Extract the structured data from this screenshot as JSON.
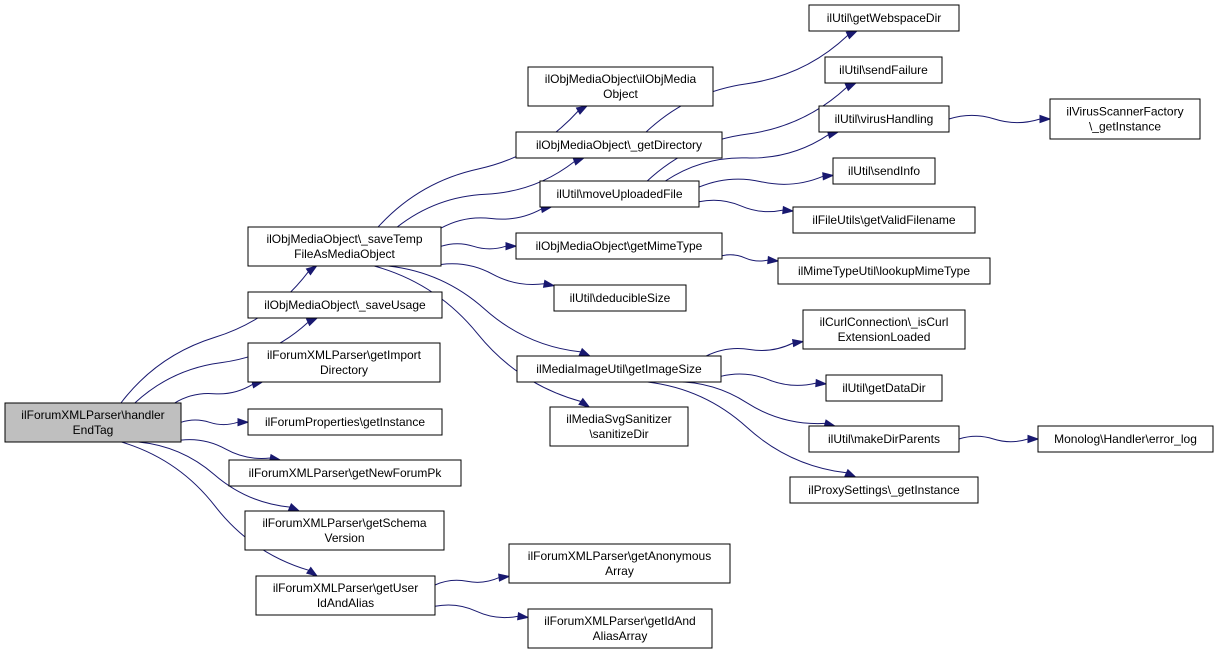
{
  "graph": {
    "nodes": [
      {
        "id": "root",
        "lines": [
          "ilForumXMLParser\\handler",
          "EndTag"
        ],
        "root": true
      },
      {
        "id": "saveTemp",
        "lines": [
          "ilObjMediaObject\\_saveTemp",
          "FileAsMediaObject"
        ]
      },
      {
        "id": "saveUsage",
        "lines": [
          "ilObjMediaObject\\_saveUsage"
        ]
      },
      {
        "id": "getImportDir",
        "lines": [
          "ilForumXMLParser\\getImport",
          "Directory"
        ]
      },
      {
        "id": "forumProps",
        "lines": [
          "ilForumProperties\\getInstance"
        ]
      },
      {
        "id": "newForumPk",
        "lines": [
          "ilForumXMLParser\\getNewForumPk"
        ]
      },
      {
        "id": "schemaVersion",
        "lines": [
          "ilForumXMLParser\\getSchema",
          "Version"
        ]
      },
      {
        "id": "userIdAlias",
        "lines": [
          "ilForumXMLParser\\getUser",
          "IdAndAlias"
        ]
      },
      {
        "id": "objMediaObj",
        "lines": [
          "ilObjMediaObject\\ilObjMedia",
          "Object"
        ]
      },
      {
        "id": "getDirectory",
        "lines": [
          "ilObjMediaObject\\_getDirectory"
        ]
      },
      {
        "id": "moveUploaded",
        "lines": [
          "ilUtil\\moveUploadedFile"
        ]
      },
      {
        "id": "getMimeType",
        "lines": [
          "ilObjMediaObject\\getMimeType"
        ]
      },
      {
        "id": "deducibleSize",
        "lines": [
          "ilUtil\\deducibleSize"
        ]
      },
      {
        "id": "imageSize",
        "lines": [
          "ilMediaImageUtil\\getImageSize"
        ]
      },
      {
        "id": "svgSanitizer",
        "lines": [
          "ilMediaSvgSanitizer",
          "\\sanitizeDir"
        ]
      },
      {
        "id": "anonArray",
        "lines": [
          "ilForumXMLParser\\getAnonymous",
          "Array"
        ]
      },
      {
        "id": "idAliasArray",
        "lines": [
          "ilForumXMLParser\\getIdAnd",
          "AliasArray"
        ]
      },
      {
        "id": "webspaceDir",
        "lines": [
          "ilUtil\\getWebspaceDir"
        ]
      },
      {
        "id": "sendFailure",
        "lines": [
          "ilUtil\\sendFailure"
        ]
      },
      {
        "id": "virusHandling",
        "lines": [
          "ilUtil\\virusHandling"
        ]
      },
      {
        "id": "sendInfo",
        "lines": [
          "ilUtil\\sendInfo"
        ]
      },
      {
        "id": "validFilename",
        "lines": [
          "ilFileUtils\\getValidFilename"
        ]
      },
      {
        "id": "lookupMime",
        "lines": [
          "ilMimeTypeUtil\\lookupMimeType"
        ]
      },
      {
        "id": "curlLoaded",
        "lines": [
          "ilCurlConnection\\_isCurl",
          "ExtensionLoaded"
        ]
      },
      {
        "id": "dataDir",
        "lines": [
          "ilUtil\\getDataDir"
        ]
      },
      {
        "id": "makeDirParents",
        "lines": [
          "ilUtil\\makeDirParents"
        ]
      },
      {
        "id": "proxySettings",
        "lines": [
          "ilProxySettings\\_getInstance"
        ]
      },
      {
        "id": "virusScanner",
        "lines": [
          "ilVirusScannerFactory",
          "\\_getInstance"
        ]
      },
      {
        "id": "errorLog",
        "lines": [
          "Monolog\\Handler\\error_log"
        ]
      }
    ],
    "edges": [
      [
        "root",
        "saveTemp"
      ],
      [
        "root",
        "saveUsage"
      ],
      [
        "root",
        "getImportDir"
      ],
      [
        "root",
        "forumProps"
      ],
      [
        "root",
        "newForumPk"
      ],
      [
        "root",
        "schemaVersion"
      ],
      [
        "root",
        "userIdAlias"
      ],
      [
        "saveTemp",
        "objMediaObj"
      ],
      [
        "saveTemp",
        "getDirectory"
      ],
      [
        "saveTemp",
        "moveUploaded"
      ],
      [
        "saveTemp",
        "getMimeType"
      ],
      [
        "saveTemp",
        "deducibleSize"
      ],
      [
        "saveTemp",
        "imageSize"
      ],
      [
        "saveTemp",
        "svgSanitizer"
      ],
      [
        "userIdAlias",
        "anonArray"
      ],
      [
        "userIdAlias",
        "idAliasArray"
      ],
      [
        "getDirectory",
        "webspaceDir"
      ],
      [
        "moveUploaded",
        "sendFailure"
      ],
      [
        "moveUploaded",
        "virusHandling"
      ],
      [
        "moveUploaded",
        "sendInfo"
      ],
      [
        "moveUploaded",
        "validFilename"
      ],
      [
        "getMimeType",
        "lookupMime"
      ],
      [
        "imageSize",
        "curlLoaded"
      ],
      [
        "imageSize",
        "dataDir"
      ],
      [
        "imageSize",
        "makeDirParents"
      ],
      [
        "imageSize",
        "proxySettings"
      ],
      [
        "virusHandling",
        "virusScanner"
      ],
      [
        "makeDirParents",
        "errorLog"
      ]
    ]
  }
}
